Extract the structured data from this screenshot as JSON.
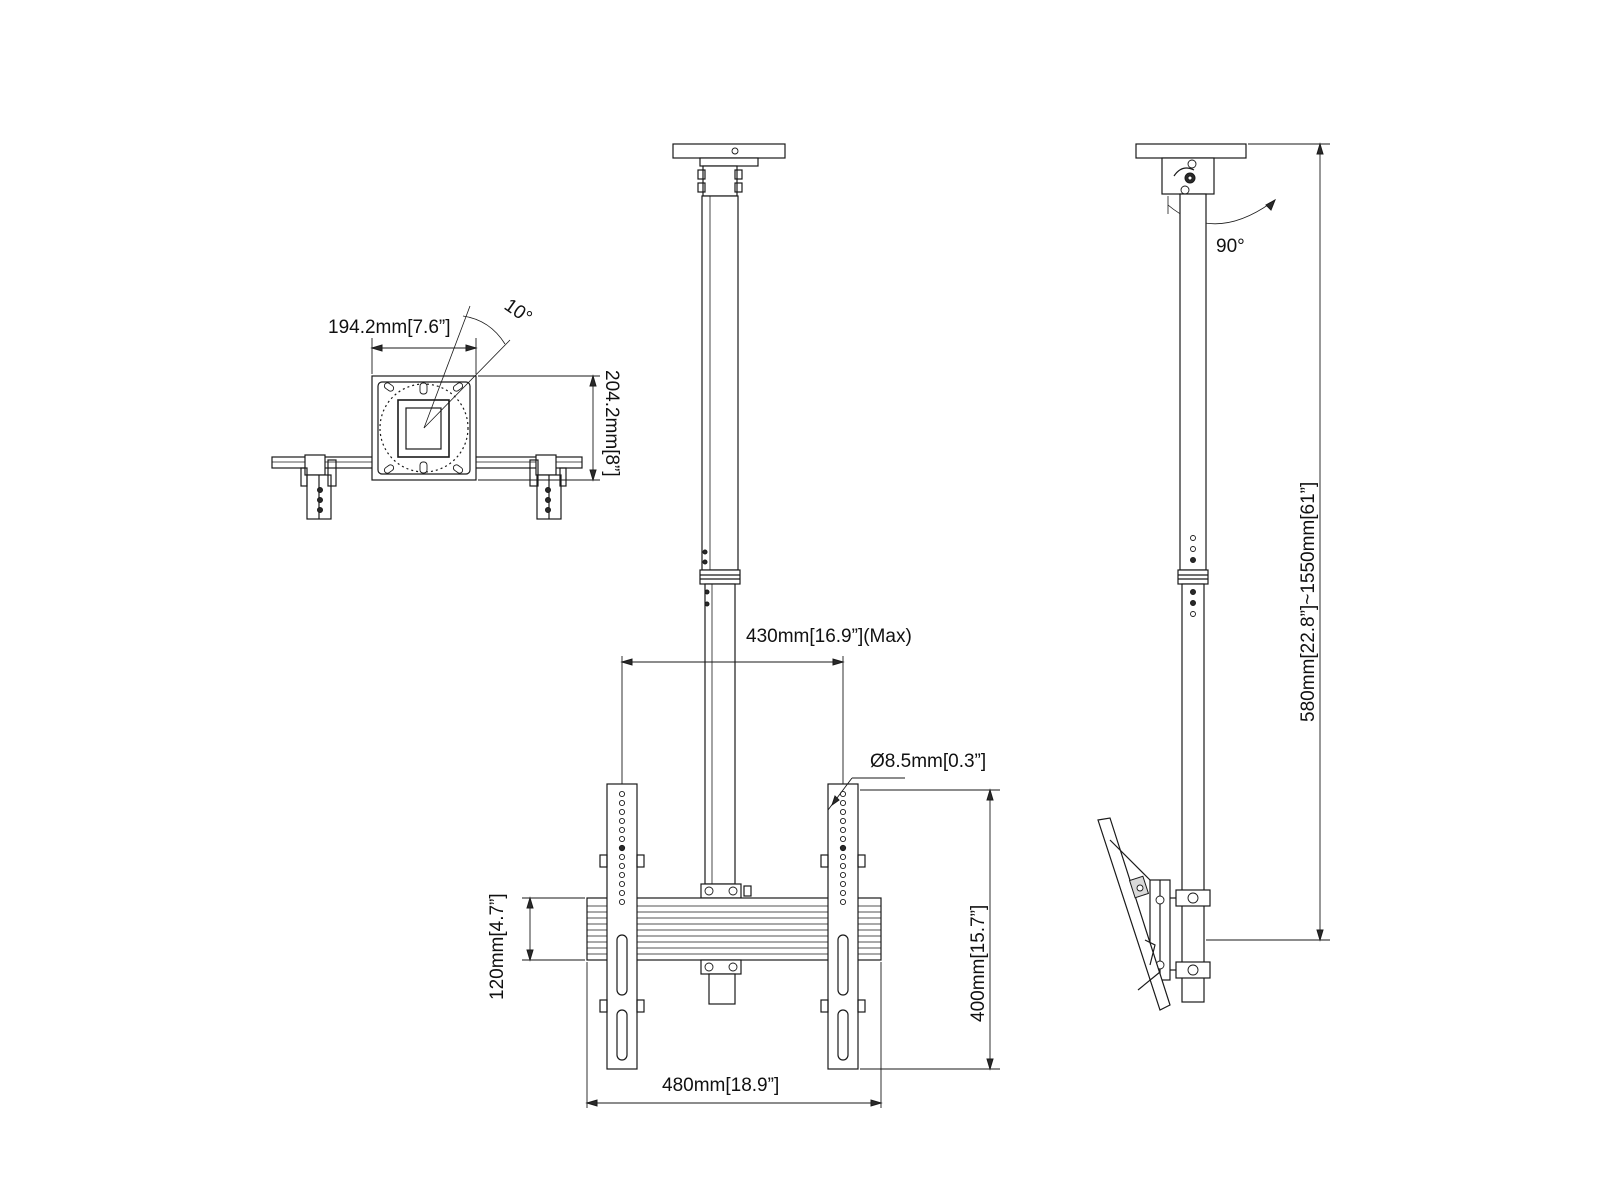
{
  "drawing": {
    "labels": {
      "top_width": "194.2mm[7.6”]",
      "top_height": "204.2mm[8”]",
      "tilt_angle": "10°",
      "swivel_angle": "90°",
      "arm_span": "430mm[16.9”](Max)",
      "hole_diameter": "Ø8.5mm[0.3”]",
      "rail_height": "120mm[4.7”]",
      "bracket_height": "400mm[15.7”]",
      "rail_width": "480mm[18.9”]",
      "pole_length": "580mm[22.8”]~1550mm[61”]"
    },
    "colors": {
      "line": "#1a1a1a",
      "background": "#ffffff"
    }
  }
}
